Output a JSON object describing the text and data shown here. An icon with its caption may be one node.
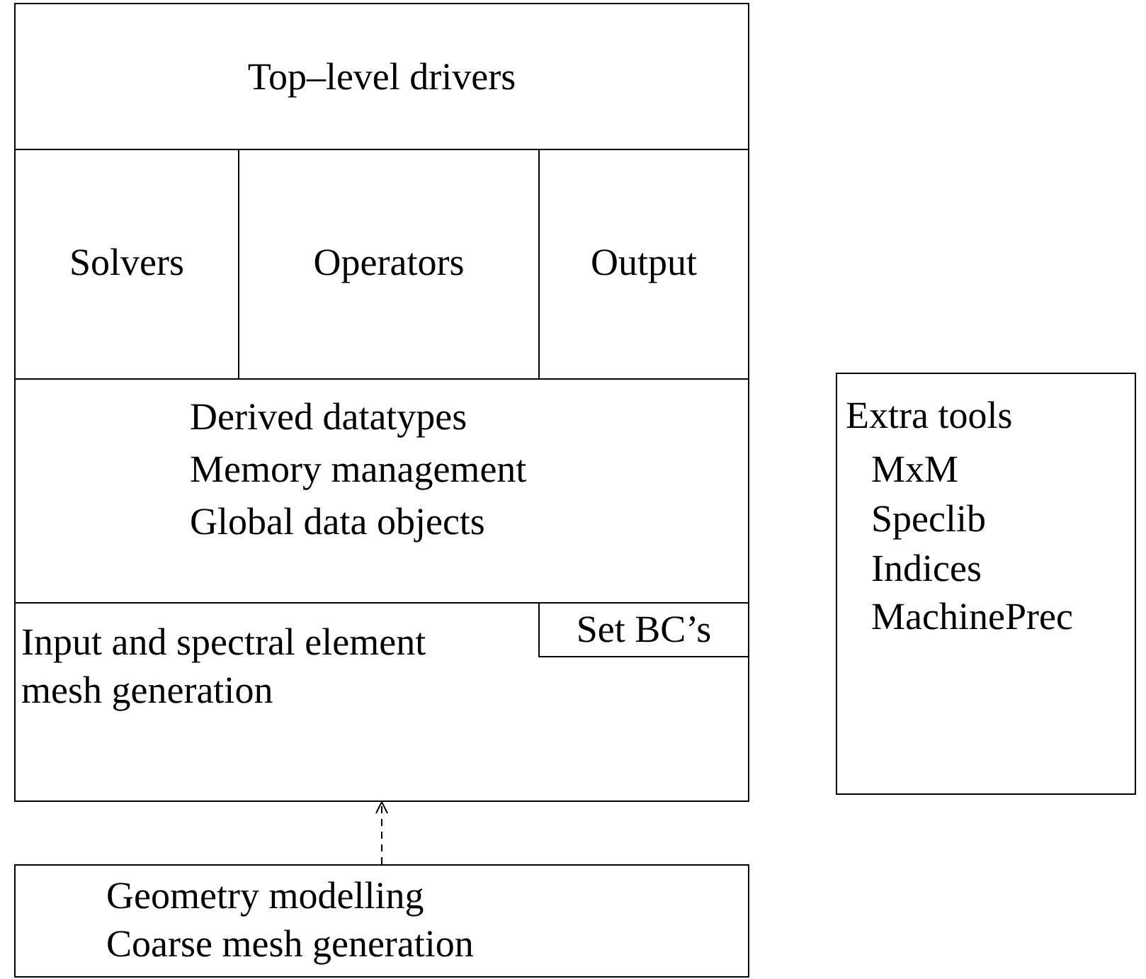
{
  "diagram": {
    "nodes": [
      {
        "text": [
          "Top–level drivers"
        ]
      },
      {
        "text": [
          "Solvers"
        ]
      },
      {
        "text": [
          "Operators"
        ]
      },
      {
        "text": [
          "Output"
        ]
      },
      {
        "text": [
          "Derived datatypes",
          "Memory management",
          "Global data objects"
        ]
      },
      {
        "text": [
          "Input and spectral element mesh generation"
        ]
      },
      {
        "text": [
          "Set BC’s"
        ],
        "in": 5
      },
      {
        "text": [
          "Geometry modelling",
          "Coarse mesh generation"
        ]
      },
      {
        "text": [
          "Extra tools",
          "MxM",
          "Speclib",
          "Indices",
          "MachinePrec"
        ]
      }
    ],
    "edges": [
      {
        "from": 7,
        "to": 5,
        "arrow": "to",
        "style": "dashed"
      }
    ]
  }
}
